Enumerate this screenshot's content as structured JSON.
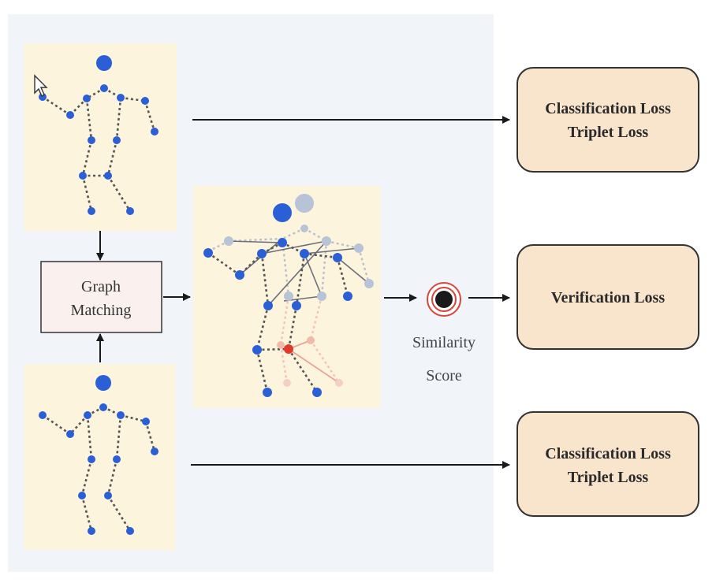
{
  "graph_matching": {
    "line1": "Graph",
    "line2": "Matching"
  },
  "similarity": {
    "line1": "Similarity",
    "line2": "Score"
  },
  "loss_top": {
    "line1": "Classification Loss",
    "line2": "Triplet Loss"
  },
  "loss_middle": {
    "line1": "Verification Loss"
  },
  "loss_bottom": {
    "line1": "Classification Loss",
    "line2": "Triplet Loss"
  },
  "icons": [
    "cursor-arrow-icon",
    "similarity-score-icon"
  ],
  "colors": {
    "joint": "#2a5fd6",
    "skeleton_panel": "#fdf4de",
    "loss_box": "#f9e4cc",
    "highlight": "#e03a2a"
  }
}
